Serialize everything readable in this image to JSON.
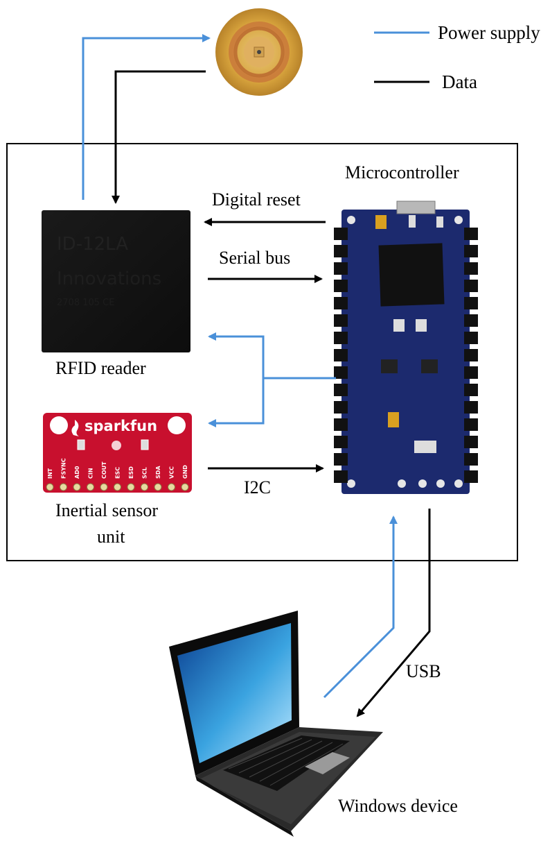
{
  "legend": {
    "power": "Power supply",
    "data": "Data"
  },
  "labels": {
    "microcontroller": "Microcontroller",
    "digital_reset": "Digital reset",
    "serial_bus": "Serial bus",
    "rfid_reader": "RFID reader",
    "inertial_line1": "Inertial sensor",
    "inertial_line2": "unit",
    "i2c": "I2C",
    "usb": "USB",
    "windows_device": "Windows device"
  },
  "rfid_chip_text": {
    "line1": "ID-12LA",
    "line2": "Innovations",
    "line3": "2708 105 CE"
  },
  "sparkfun": {
    "brand": "sparkfun",
    "pins": [
      "INT",
      "FSYNC",
      "AD0",
      "CIN",
      "COUT",
      "ESC",
      "ESD",
      "SCL",
      "SDA",
      "VCC",
      "GND"
    ]
  },
  "colors": {
    "power": "#4a90d9",
    "data": "#000000",
    "pcb_blue": "#1c2a6e",
    "sparkfun_red": "#c8102e",
    "rfid_tag": "#d6a23c"
  }
}
